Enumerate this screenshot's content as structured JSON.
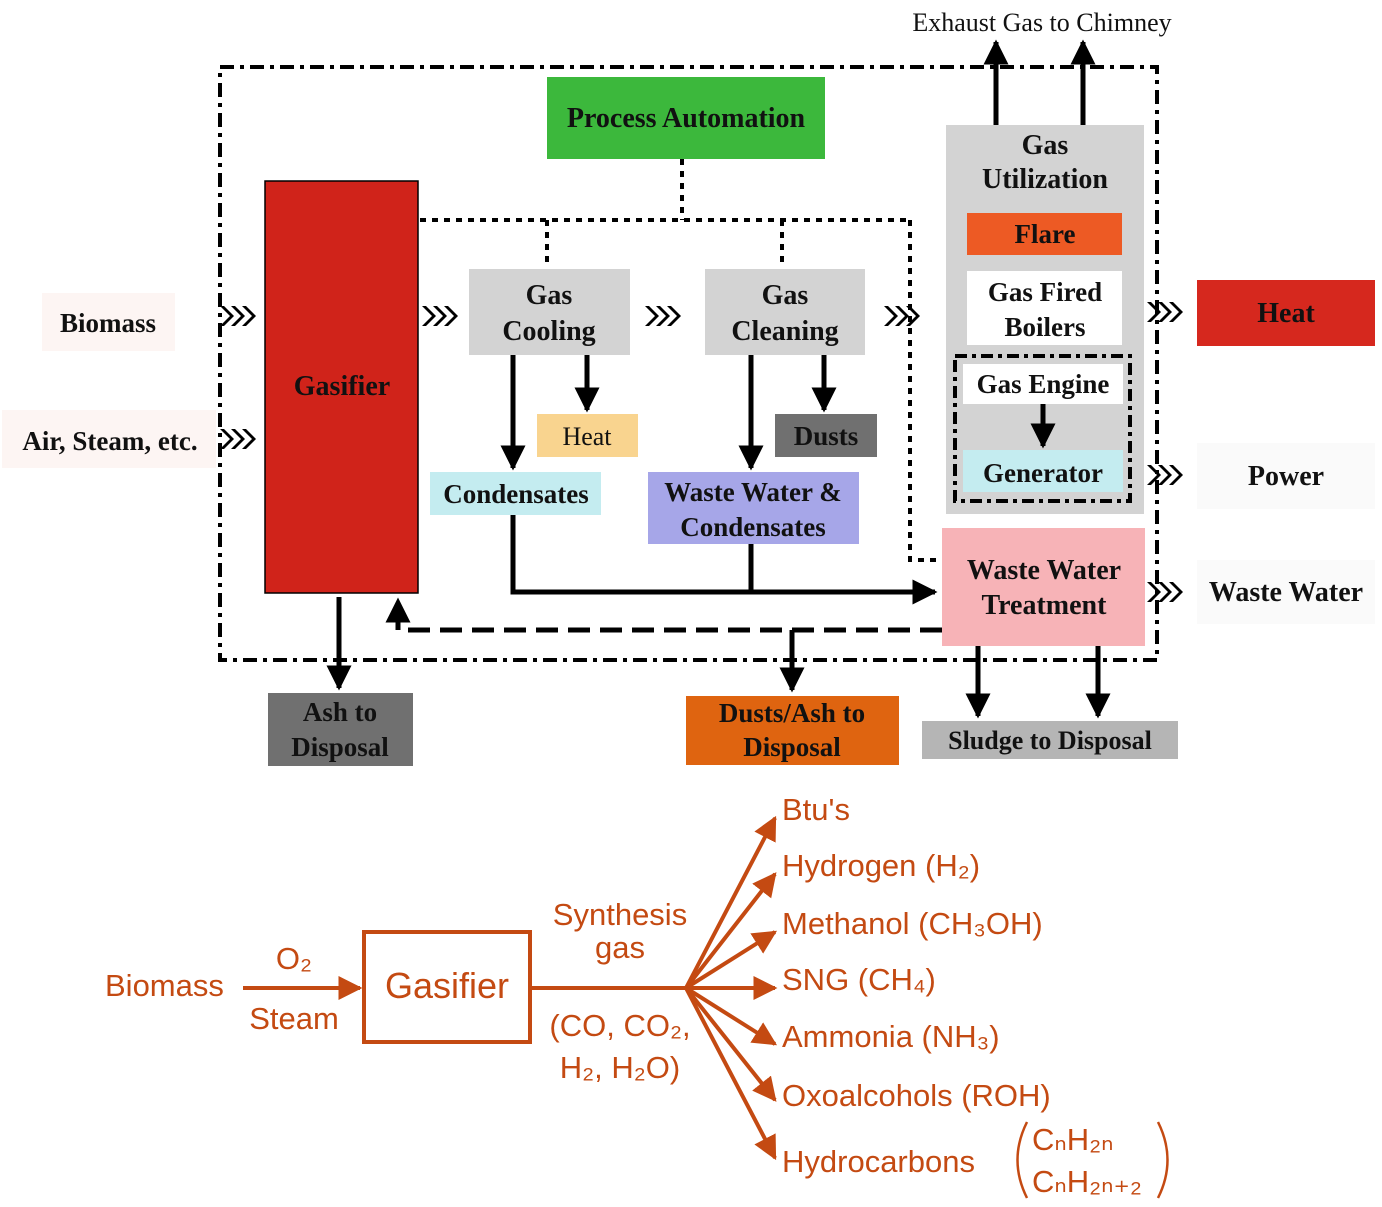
{
  "top_diagram": {
    "exhaust": "Exhaust Gas to Chimney",
    "process_automation": "Process Automation",
    "gasifier": "Gasifier",
    "inputs": {
      "biomass": "Biomass",
      "air_steam": "Air, Steam, etc."
    },
    "gas_cooling": [
      "Gas",
      "Cooling"
    ],
    "gas_cleaning": [
      "Gas",
      "Cleaning"
    ],
    "heat_small": "Heat",
    "dusts": "Dusts",
    "condensates": "Condensates",
    "waste_water_condensates": [
      "Waste Water &",
      "Condensates"
    ],
    "gas_utilization": [
      "Gas",
      "Utilization"
    ],
    "flare": "Flare",
    "gas_fired_boilers": [
      "Gas Fired",
      "Boilers"
    ],
    "gas_engine": "Gas Engine",
    "generator": "Generator",
    "waste_water_treatment": [
      "Waste Water",
      "Treatment"
    ],
    "outputs": {
      "heat": "Heat",
      "power": "Power",
      "waste_water": "Waste Water"
    },
    "ash_disposal": [
      "Ash to",
      "Disposal"
    ],
    "dusts_ash_disposal": [
      "Dusts/Ash to",
      "Disposal"
    ],
    "sludge_disposal": "Sludge to Disposal",
    "colors": {
      "process_automation": "#3cb83c",
      "gasifier": "#d0231a",
      "gray_box": "#d3d3d3",
      "heat_small": "#f9d48f",
      "dusts": "#707070",
      "condensates": "#c4ecf0",
      "waste_water_condensates": "#a6a6e8",
      "flare": "#ed5a24",
      "wwt": "#f7b3b7",
      "heat_out": "#d6281e",
      "ash": "#707070",
      "dusts_ash": "#df6410",
      "sludge": "#b5b5b5"
    }
  },
  "bottom_diagram": {
    "biomass": "Biomass",
    "o2": "O₂",
    "steam": "Steam",
    "gasifier": "Gasifier",
    "synthesis_gas": [
      "Synthesis",
      "gas"
    ],
    "composition": [
      "(CO, CO₂,",
      "H₂, H₂O)"
    ],
    "products": [
      "Btu's",
      "Hydrogen (H₂)",
      "Methanol (CH₃OH)",
      "SNG (CH₄)",
      "Ammonia (NH₃)",
      "Oxoalcohols (ROH)",
      "Hydrocarbons"
    ],
    "hydrocarbon_formulas": [
      "CₙH₂ₙ",
      "CₙH₂ₙ₊₂"
    ],
    "color": "#c44a12"
  }
}
